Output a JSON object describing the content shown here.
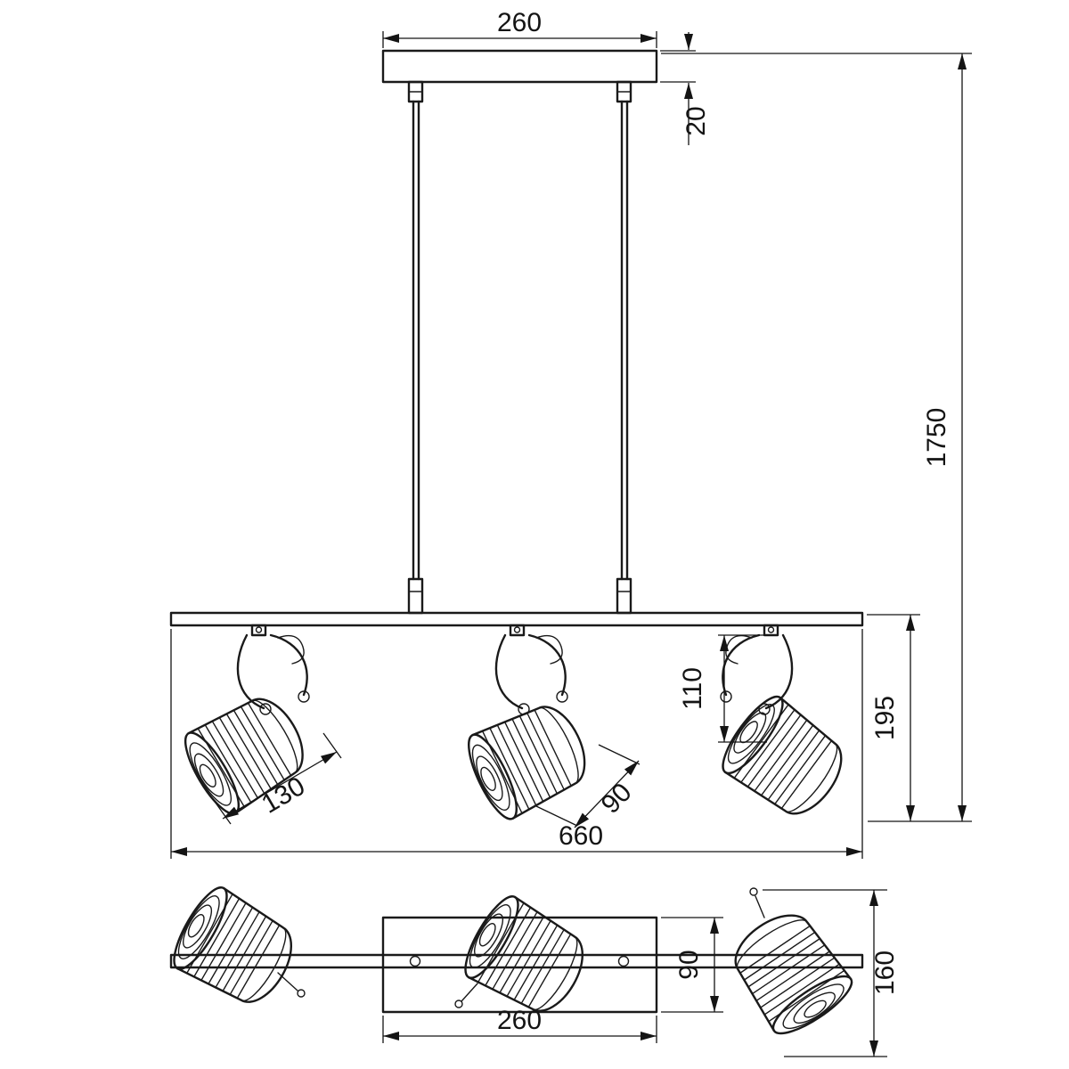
{
  "drawing_title": "pendant-spotlight-dimension-drawing",
  "style": {
    "line_color": "#1a1a1a",
    "background": "#ffffff"
  },
  "dim_labels": {
    "canopy_width": "260",
    "canopy_thickness": "20",
    "overall_height": "1750",
    "bar_to_bottom": "195",
    "head_height": "110",
    "shade_length": "130",
    "shade_diameter": "90",
    "bar_length": "660",
    "plan_canopy_width": "260",
    "plan_canopy_depth": "90",
    "plan_overall_depth": "160"
  }
}
